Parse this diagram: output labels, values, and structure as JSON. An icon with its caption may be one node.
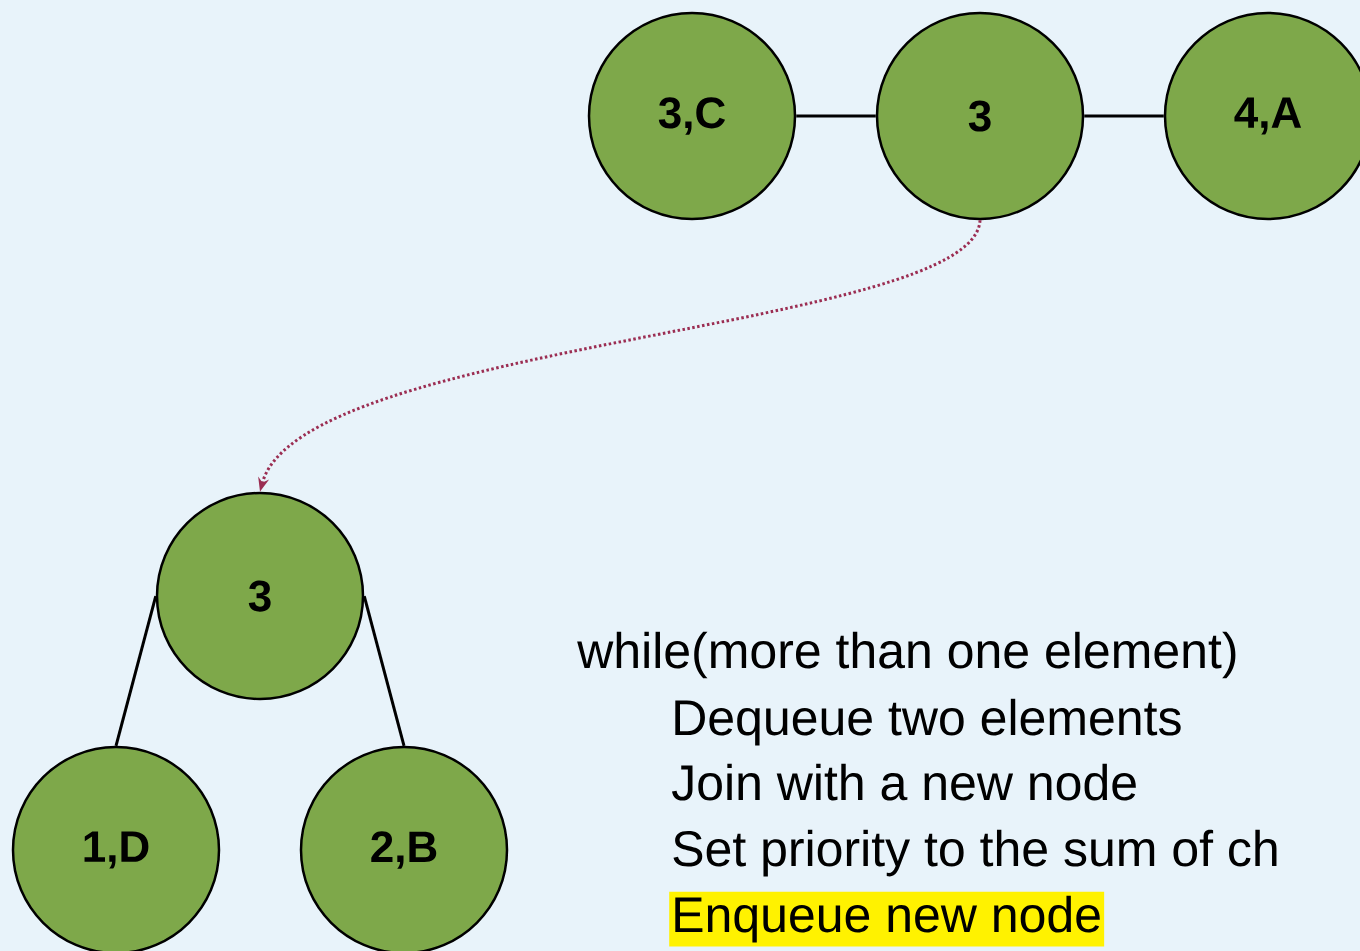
{
  "diagram": {
    "nodes": [
      {
        "text": [
          "3,C"
        ]
      },
      {
        "text": [
          "3"
        ]
      },
      {
        "text": [
          "4,A"
        ]
      },
      {
        "text": [
          "3"
        ]
      },
      {
        "text": [
          "1,D"
        ]
      },
      {
        "text": [
          "2,B"
        ]
      }
    ],
    "edges": [
      {
        "from": 0,
        "to": 1,
        "arrow": "none"
      },
      {
        "from": 1,
        "to": 2,
        "arrow": "none"
      },
      {
        "from": 1,
        "to": 3,
        "arrow": "to",
        "style": "dashed",
        "color": "#9b2d52"
      },
      {
        "from": 3,
        "to": 4,
        "arrow": "none"
      },
      {
        "from": 3,
        "to": 5,
        "arrow": "none"
      }
    ],
    "labels": [
      "while(more than one element)",
      "Dequeue two elements",
      "Join with a new node",
      "Set priority to the sum of ch",
      "Enqueue new node"
    ]
  }
}
